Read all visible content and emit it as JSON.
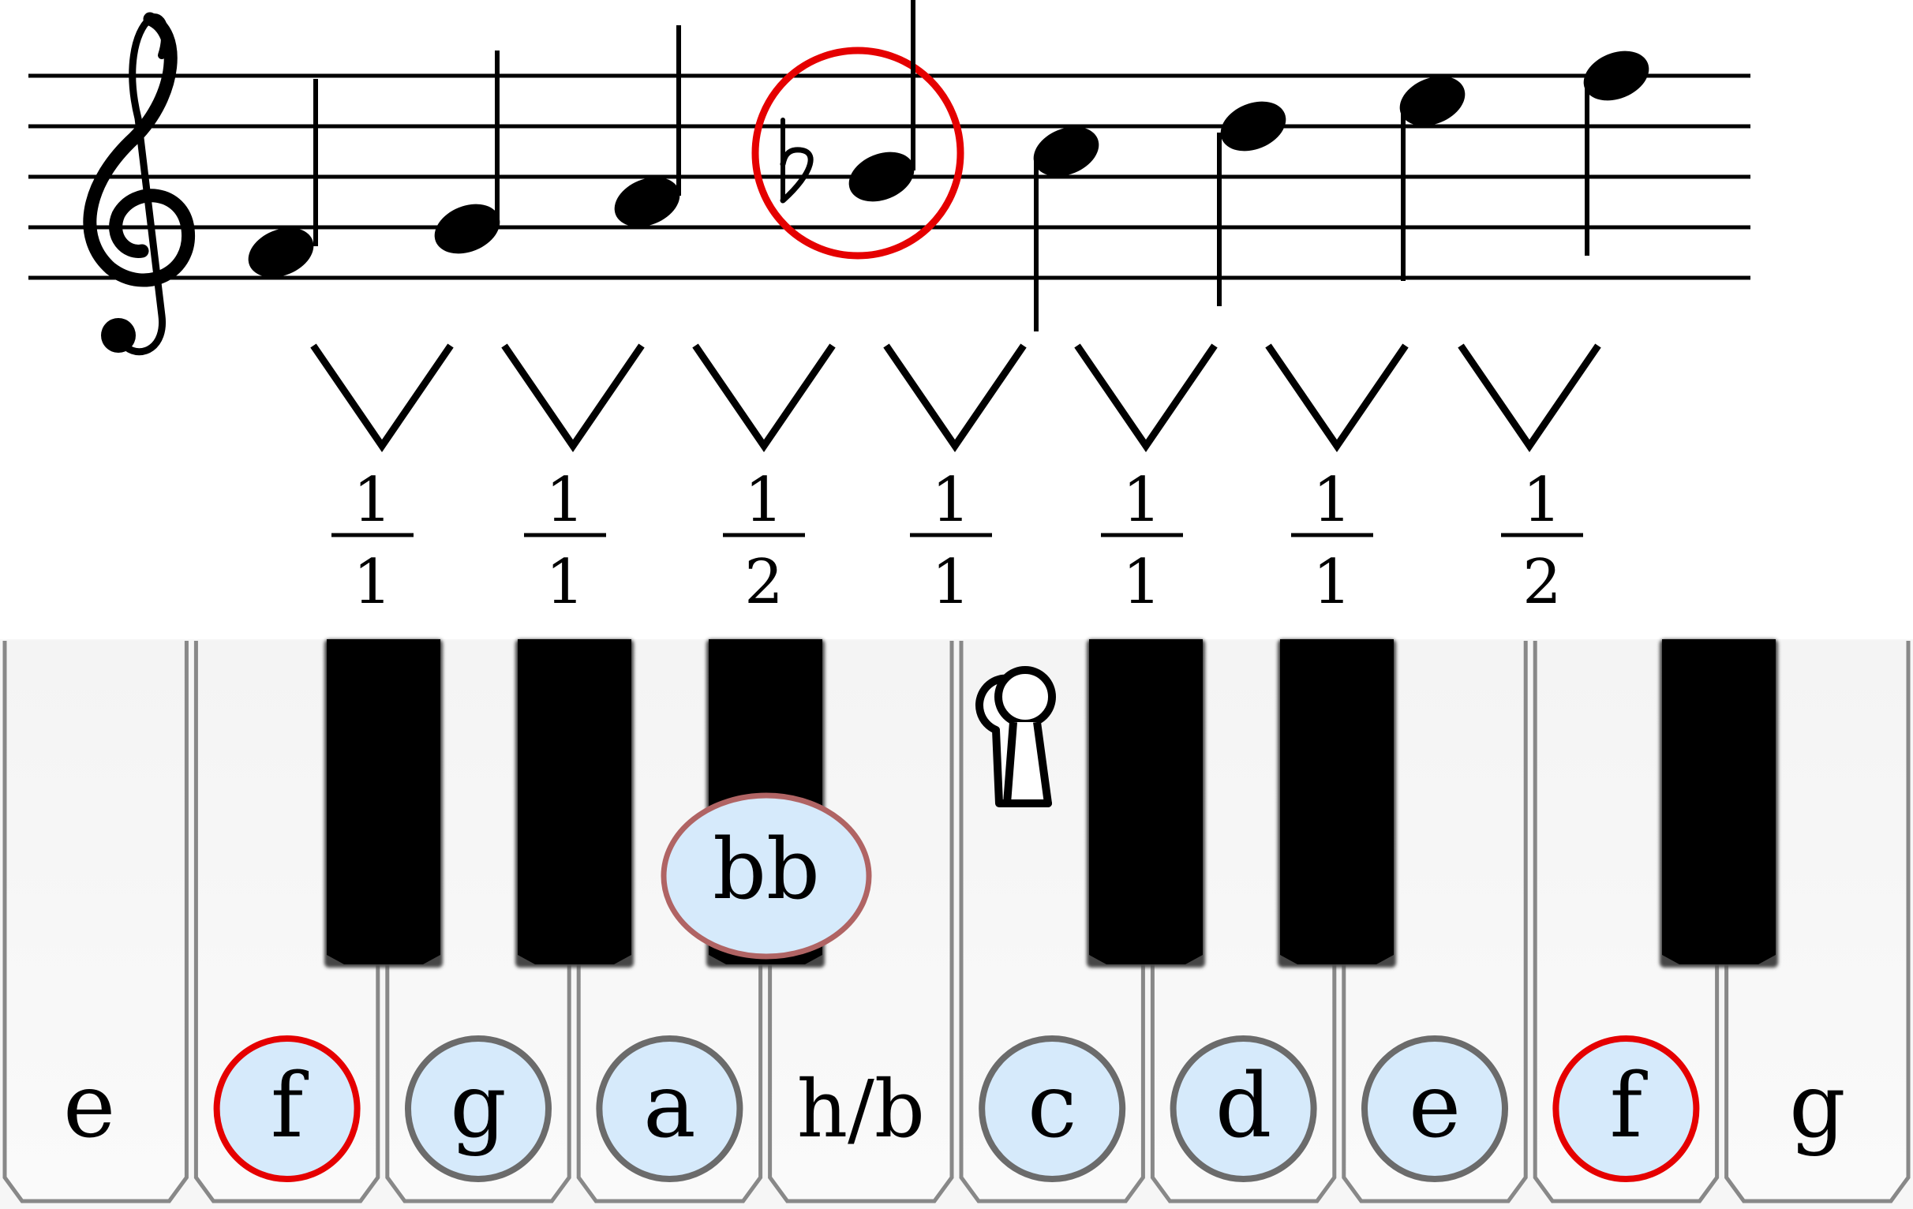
{
  "title": "",
  "colors": {
    "staff": "#000000",
    "highlight_ring": "#e50000",
    "marker_fill": "#d6eafb",
    "marker_stroke_gray": "#6b6b6b",
    "marker_stroke_red": "#e50000",
    "flat_marker_stroke": "#b06464",
    "white_key": "#f6f6f6",
    "black_key": "#000000",
    "key_border": "#888888"
  },
  "icons": {
    "clef": "treble-clef-icon",
    "flat": "flat-sign-icon",
    "keyhole": "keyhole-icon",
    "interval_marker": "v-bracket-icon"
  },
  "staff": {
    "notes": [
      {
        "pitch": "f",
        "highlighted": false
      },
      {
        "pitch": "g",
        "highlighted": false
      },
      {
        "pitch": "a",
        "highlighted": false
      },
      {
        "pitch": "bb",
        "highlighted": true,
        "accidental": "flat"
      },
      {
        "pitch": "c",
        "highlighted": false
      },
      {
        "pitch": "d",
        "highlighted": false
      },
      {
        "pitch": "e",
        "highlighted": false
      },
      {
        "pitch": "f",
        "highlighted": false
      }
    ]
  },
  "intervals": [
    {
      "numerator": "1",
      "denominator": "1"
    },
    {
      "numerator": "1",
      "denominator": "1"
    },
    {
      "numerator": "1",
      "denominator": "2"
    },
    {
      "numerator": "1",
      "denominator": "1"
    },
    {
      "numerator": "1",
      "denominator": "1"
    },
    {
      "numerator": "1",
      "denominator": "1"
    },
    {
      "numerator": "1",
      "denominator": "2"
    }
  ],
  "keyboard": {
    "white_keys": [
      {
        "label": "e",
        "marker": "none"
      },
      {
        "label": "f",
        "marker": "red"
      },
      {
        "label": "g",
        "marker": "gray"
      },
      {
        "label": "a",
        "marker": "gray"
      },
      {
        "label": "h/b",
        "marker": "none"
      },
      {
        "label": "c",
        "marker": "gray"
      },
      {
        "label": "d",
        "marker": "gray"
      },
      {
        "label": "e",
        "marker": "gray"
      },
      {
        "label": "f",
        "marker": "red"
      },
      {
        "label": "g",
        "marker": "none"
      }
    ],
    "black_key_marker": {
      "label": "bb"
    }
  }
}
